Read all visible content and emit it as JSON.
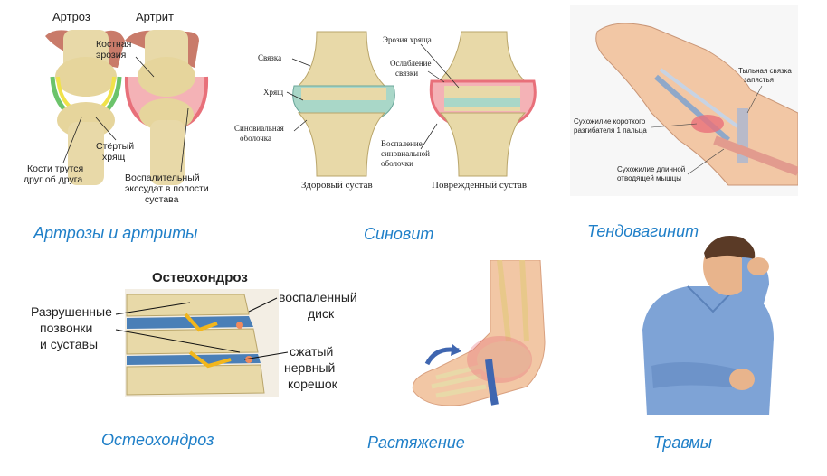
{
  "captions": {
    "arthrosis": "Артрозы и артриты",
    "synovitis": "Синовит",
    "tendovaginitis": "Тендовагинит",
    "osteochondrosis": "Остеохондроз",
    "sprain": "Растяжение",
    "injuries": "Травмы"
  },
  "arthrosis_panel": {
    "title_left": "Артроз",
    "title_right": "Артрит",
    "label_erosion": [
      "Костная",
      "эрозия"
    ],
    "label_worn": [
      "Стёртый",
      "хрящ"
    ],
    "label_bones": [
      "Кости трутся",
      "друг об друга"
    ],
    "label_exudate": [
      "Воспалительный",
      "экссудат в полости",
      "сустава"
    ]
  },
  "synovitis_panel": {
    "label_ligament": "Связка",
    "label_cartilage": "Хрящ",
    "label_synovial": [
      "Синовиальная",
      "оболочка"
    ],
    "label_erosion": "Эрозия хряща",
    "label_weak": [
      "Ослабление",
      "связки"
    ],
    "label_inflam": [
      "Воспаление",
      "синовиальной",
      "оболочки"
    ],
    "label_healthy": "Здоровый сустав",
    "label_damaged": "Поврежденный сустав"
  },
  "tendo_panel": {
    "label_ligament": [
      "Тыльная связка",
      "запястья"
    ],
    "label_short": [
      "Сухожилие короткого",
      "разгибателя 1 пальца"
    ],
    "label_long": [
      "Сухожилие длинной",
      "отводящей мышцы"
    ]
  },
  "osteo_panel": {
    "title": "Остеохондроз",
    "label_destroyed": [
      "Разрушенные",
      "позвонки",
      "и суставы"
    ],
    "label_disc": [
      "воспаленный",
      "диск"
    ],
    "label_nerve": [
      "сжатый",
      "нервный",
      "корешок"
    ]
  },
  "colors": {
    "caption": "#1f7fc8",
    "bone": "#e8d9a8",
    "cartilage_healthy": "#a9d7c8",
    "inflammation": "#e8707a",
    "skin": "#f2c7a5"
  }
}
